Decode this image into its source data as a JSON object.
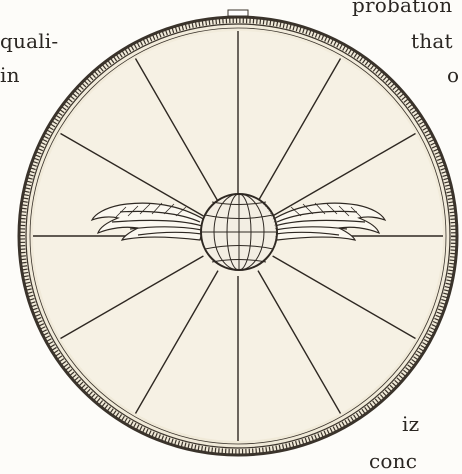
{
  "page": {
    "background": "#fdfcf9",
    "ink": "#2a2622",
    "paper": "#f6f1e4"
  },
  "fragments": [
    {
      "id": "f1",
      "text": "quali-"
    },
    {
      "id": "f2",
      "text": "in"
    },
    {
      "id": "f3",
      "text": "probation"
    },
    {
      "id": "f4",
      "text": "that"
    },
    {
      "id": "f5",
      "text": "o"
    },
    {
      "id": "f6",
      "text": "iz"
    },
    {
      "id": "f7",
      "text": "conc"
    }
  ],
  "illustration": {
    "name": "winged-globe-wheel",
    "spokes": 12,
    "elements": [
      "outer-ring-border",
      "spokes",
      "globe",
      "left-wing",
      "right-wing"
    ]
  }
}
